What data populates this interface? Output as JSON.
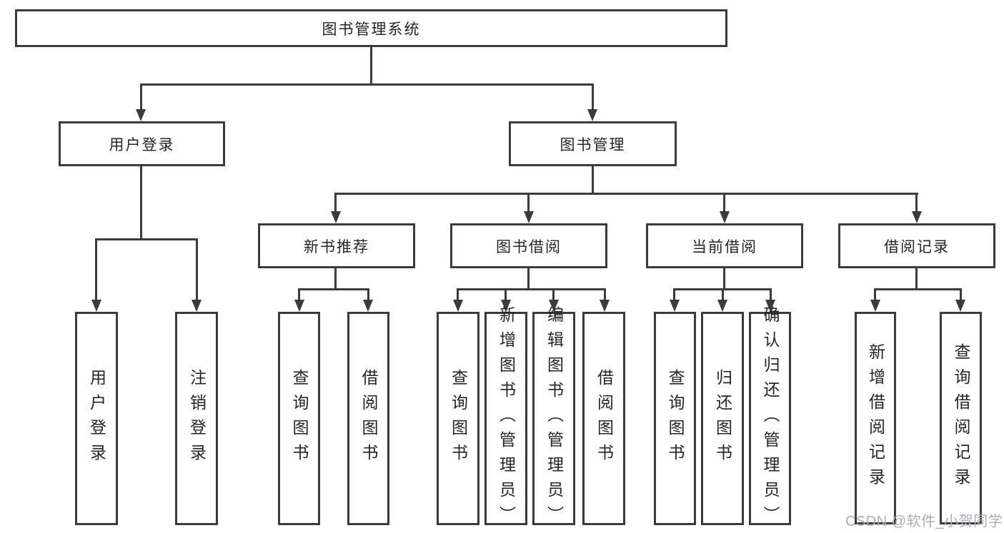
{
  "colors": {
    "line": "#3b3b3b",
    "border": "#3b3b3b",
    "text": "#252525",
    "watermark": "#a9aeb6",
    "background": "#ffffff"
  },
  "watermark": "CSDN @软件_小贺同学",
  "tree": {
    "root": {
      "label": "图书管理系统"
    },
    "level2": [
      {
        "label": "用户登录",
        "children": [
          {
            "label": "用户登录"
          },
          {
            "label": "注销登录"
          }
        ]
      },
      {
        "label": "图书管理"
      }
    ],
    "level3": [
      {
        "label": "新书推荐",
        "children": [
          {
            "label": "查询图书"
          },
          {
            "label": "借阅图书"
          }
        ]
      },
      {
        "label": "图书借阅",
        "children": [
          {
            "label": "查询图书"
          },
          {
            "label": "新增图书（管理员）"
          },
          {
            "label": "编辑图书（管理员）"
          },
          {
            "label": "借阅图书"
          }
        ]
      },
      {
        "label": "当前借阅",
        "children": [
          {
            "label": "查询图书"
          },
          {
            "label": "归还图书"
          },
          {
            "label": "确认归还（管理员）"
          }
        ]
      },
      {
        "label": "借阅记录",
        "children": [
          {
            "label": "新增借阅记录"
          },
          {
            "label": "查询借阅记录"
          }
        ]
      }
    ]
  }
}
